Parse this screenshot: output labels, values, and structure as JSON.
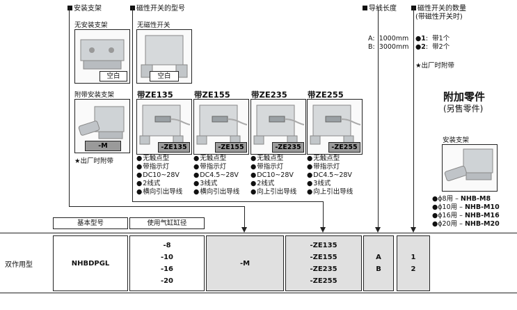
{
  "sections": {
    "bracket": "安装支架",
    "switch_model": "磁性开关的型号",
    "lead_length": "导线长度",
    "switch_qty_title": "磁性开关的数量",
    "switch_qty_note": "(带磁性开关时)"
  },
  "bracket": {
    "none_label": "无安装支架",
    "none_tag": "空白",
    "with_label": "附带安装支架",
    "with_tag": "-M",
    "note": "★出厂时附带"
  },
  "switch": {
    "none_label": "无磁性开关",
    "none_tag": "空白",
    "variants": [
      {
        "title": "带ZE135",
        "tag": "-ZE135",
        "features": [
          "无触点型",
          "带指示灯",
          "DC10~28V",
          "2线式",
          "横向引出导线"
        ]
      },
      {
        "title": "带ZE155",
        "tag": "-ZE155",
        "features": [
          "无触点型",
          "带指示灯",
          "DC4.5~28V",
          "3线式",
          "横向引出导线"
        ]
      },
      {
        "title": "带ZE235",
        "tag": "-ZE235",
        "features": [
          "无触点型",
          "带指示灯",
          "DC10~28V",
          "2线式",
          "向上引出导线"
        ]
      },
      {
        "title": "带ZE255",
        "tag": "-ZE255",
        "features": [
          "无触点型",
          "带指示灯",
          "DC4.5~28V",
          "3线式",
          "向上引出导线"
        ]
      }
    ]
  },
  "lead": {
    "lines": [
      {
        "code": "A",
        "value": "1000mm"
      },
      {
        "code": "B",
        "value": "3000mm"
      }
    ]
  },
  "qty": {
    "lines": [
      {
        "code": "●1",
        "value": "带1个"
      },
      {
        "code": "●2",
        "value": "带2个"
      }
    ],
    "note": "★出厂时附带"
  },
  "accessories": {
    "title": "附加零件",
    "subtitle": "(另售零件)",
    "bracket_label": "安装支架",
    "items": [
      {
        "size": "●ϕ8用",
        "model": "NHB-M8"
      },
      {
        "size": "●ϕ10用",
        "model": "NHB-M10"
      },
      {
        "size": "●ϕ16用",
        "model": "NHB-M16"
      },
      {
        "size": "●ϕ20用",
        "model": "NHB-M20"
      }
    ]
  },
  "table": {
    "row_label": "双作用型",
    "header_basic": "基本型号",
    "header_bore": "使用气缸缸径",
    "basic_model": "NHBDPGL",
    "bores": [
      "-8",
      "-10",
      "-16",
      "-20"
    ],
    "bracket_code": "-M",
    "switch_codes": [
      "-ZE135",
      "-ZE155",
      "-ZE235",
      "-ZE255"
    ],
    "lead_codes": [
      "A",
      "B"
    ],
    "qty_codes": [
      "1",
      "2"
    ]
  }
}
